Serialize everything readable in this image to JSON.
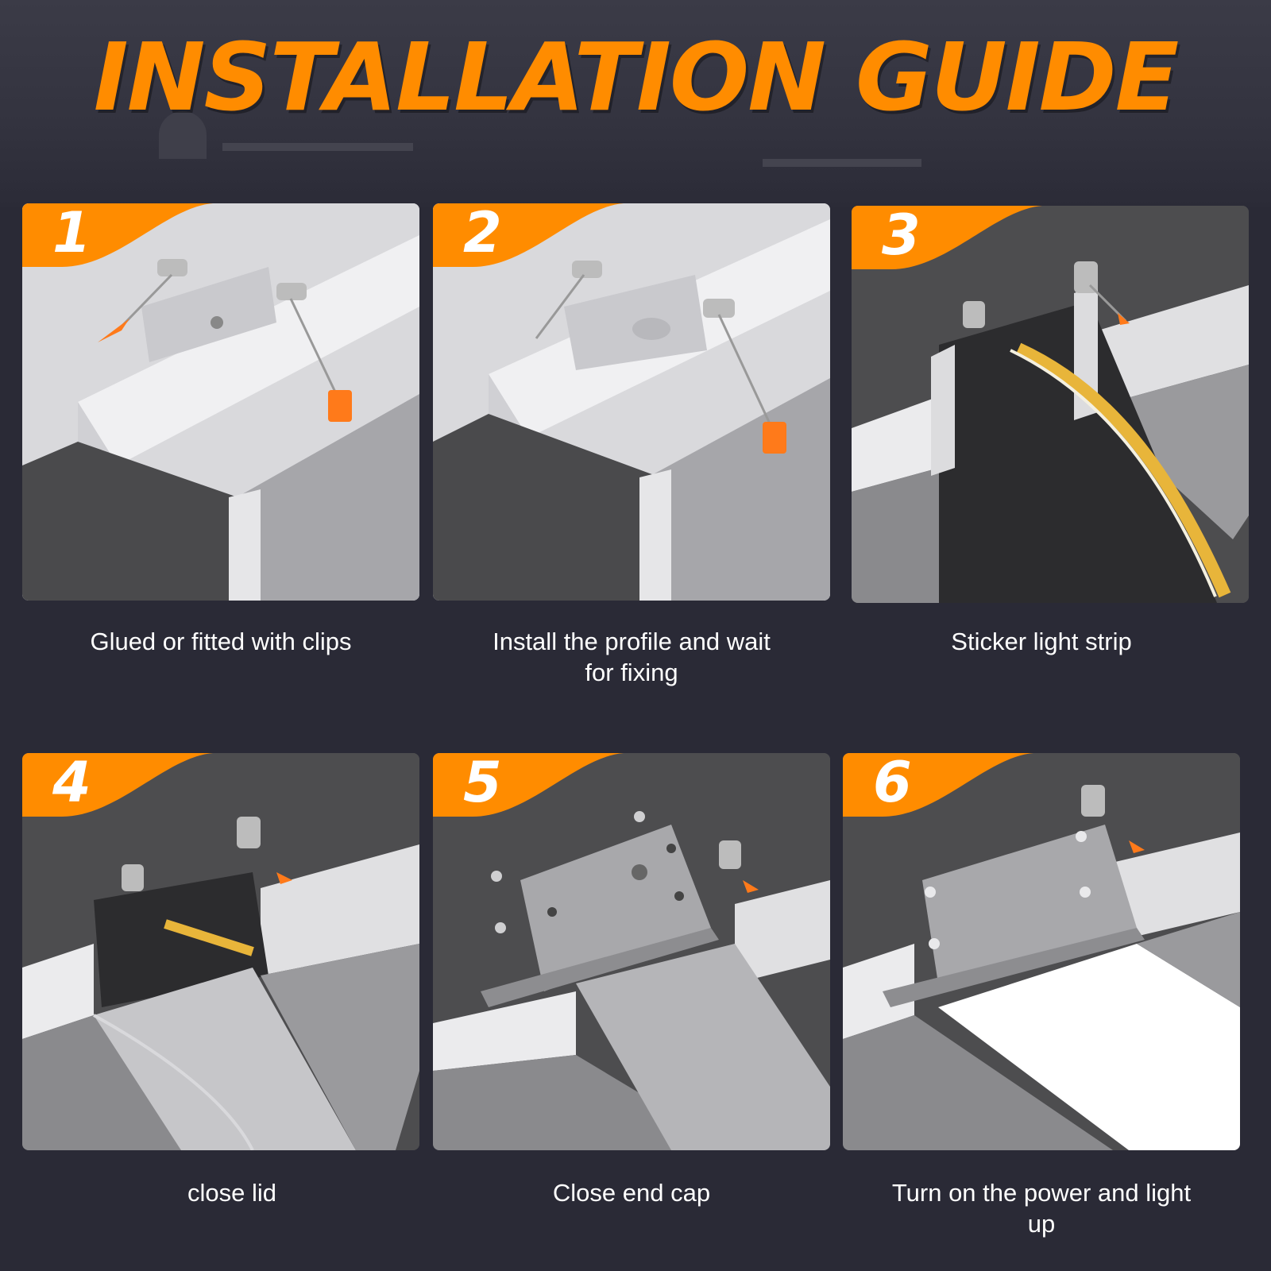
{
  "title": "INSTALLATION GUIDE",
  "colors": {
    "accent": "#ff8c00",
    "background": "#2a2a36",
    "panel": "#4d4d4f",
    "profile": "#e6e6e8",
    "clip_orange": "#ff7a1a",
    "led_strip": "#e8b53a"
  },
  "steps": [
    {
      "number": "1",
      "caption": "Glued or fitted with clips"
    },
    {
      "number": "2",
      "caption": "Install the profile and wait for fixing"
    },
    {
      "number": "3",
      "caption": "Sticker light strip"
    },
    {
      "number": "4",
      "caption": "close lid"
    },
    {
      "number": "5",
      "caption": "Close end cap"
    },
    {
      "number": "6",
      "caption": "Turn on the power and light up"
    }
  ]
}
